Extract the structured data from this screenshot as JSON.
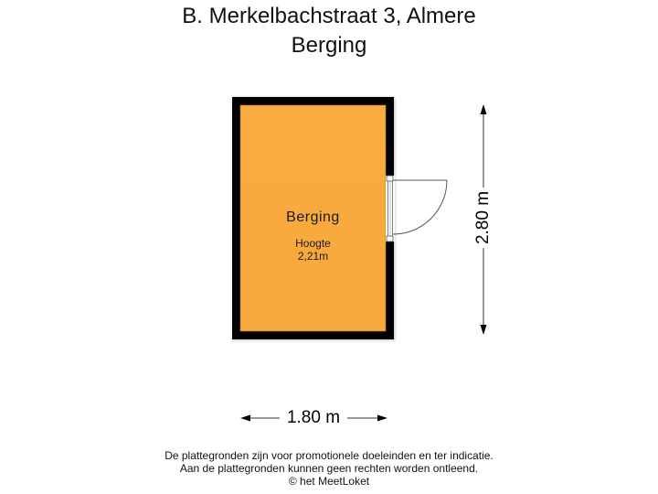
{
  "header": {
    "address": "B. Merkelbachstraat 3, Almere",
    "floor_name": "Berging"
  },
  "room": {
    "name": "Berging",
    "height_label": "Hoogte",
    "height_value": "2,21m",
    "fill_color": "#F9AC40",
    "wall_color": "#000000"
  },
  "dimensions": {
    "width": "1.80 m",
    "depth": "2.80 m"
  },
  "footer": {
    "line1": "De plattegronden zijn voor promotionele doeleinden en ter indicatie.",
    "line2": "Aan de plattegronden kunnen geen rechten worden ontleend.",
    "line3": "© het MeetLoket"
  }
}
